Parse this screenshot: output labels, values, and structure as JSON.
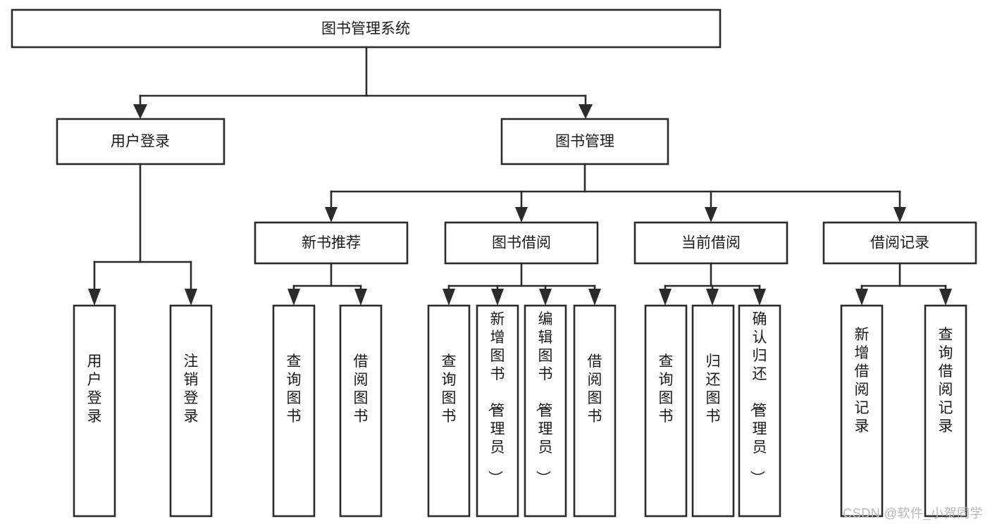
{
  "diagram": {
    "title": "图书管理系统",
    "watermark": "CSDN @软件_小贺同学",
    "colors": {
      "stroke": "#2b2b2b",
      "fill": "#ffffff",
      "text": "#1a1a1a",
      "watermark": "#b9b9b9",
      "background": "#ffffff"
    },
    "nodes": {
      "root": {
        "label": "图书管理系统"
      },
      "level2": [
        {
          "id": "user-login",
          "label": "用户登录"
        },
        {
          "id": "book-management",
          "label": "图书管理"
        }
      ],
      "level3": [
        {
          "id": "new-book-recommend",
          "label": "新书推荐"
        },
        {
          "id": "book-borrow",
          "label": "图书借阅"
        },
        {
          "id": "current-borrow",
          "label": "当前借阅"
        },
        {
          "id": "borrow-record",
          "label": "借阅记录"
        }
      ],
      "leaves": {
        "user-login": [
          {
            "id": "leaf-user-login",
            "label": "用户登录"
          },
          {
            "id": "leaf-logout",
            "label": "注销登录"
          }
        ],
        "new-book-recommend": [
          {
            "id": "leaf-query-book-1",
            "label": "查询图书"
          },
          {
            "id": "leaf-borrow-book-1",
            "label": "借阅图书"
          }
        ],
        "book-borrow": [
          {
            "id": "leaf-query-book-2",
            "label": "查询图书"
          },
          {
            "id": "leaf-add-book",
            "label": "新增图书（管理员）"
          },
          {
            "id": "leaf-edit-book",
            "label": "编辑图书（管理员）"
          },
          {
            "id": "leaf-borrow-book-2",
            "label": "借阅图书"
          }
        ],
        "current-borrow": [
          {
            "id": "leaf-query-book-3",
            "label": "查询图书"
          },
          {
            "id": "leaf-return-book",
            "label": "归还图书"
          },
          {
            "id": "leaf-confirm-return",
            "label": "确认归还（管理员）"
          }
        ],
        "borrow-record": [
          {
            "id": "leaf-add-record",
            "label": "新增借阅记录"
          },
          {
            "id": "leaf-query-record",
            "label": "查询借阅记录"
          }
        ]
      }
    }
  }
}
